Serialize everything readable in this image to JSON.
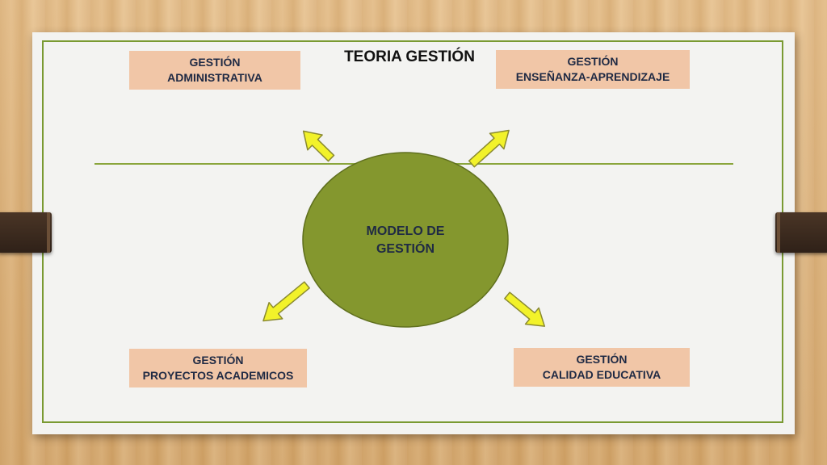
{
  "title": "TEORIA GESTIÓN",
  "center": {
    "line1": "MODELO DE",
    "line2": "GESTIÓN"
  },
  "boxes": {
    "top_left": {
      "line1": "GESTIÓN",
      "line2": "ADMINISTRATIVA"
    },
    "top_right": {
      "line1": "GESTIÓN",
      "line2": "ENSEÑANZA-APRENDIZAJE"
    },
    "bottom_left": {
      "line1": "GESTIÓN",
      "line2": "PROYECTOS ACADEMICOS"
    },
    "bottom_right": {
      "line1": "GESTIÓN",
      "line2": "CALIDAD EDUCATIVA"
    }
  },
  "colors": {
    "center_fill": "#84972e",
    "box_fill": "#f1c6a7",
    "arrow_fill": "#f2f22a",
    "frame_line": "#7a9a32"
  }
}
